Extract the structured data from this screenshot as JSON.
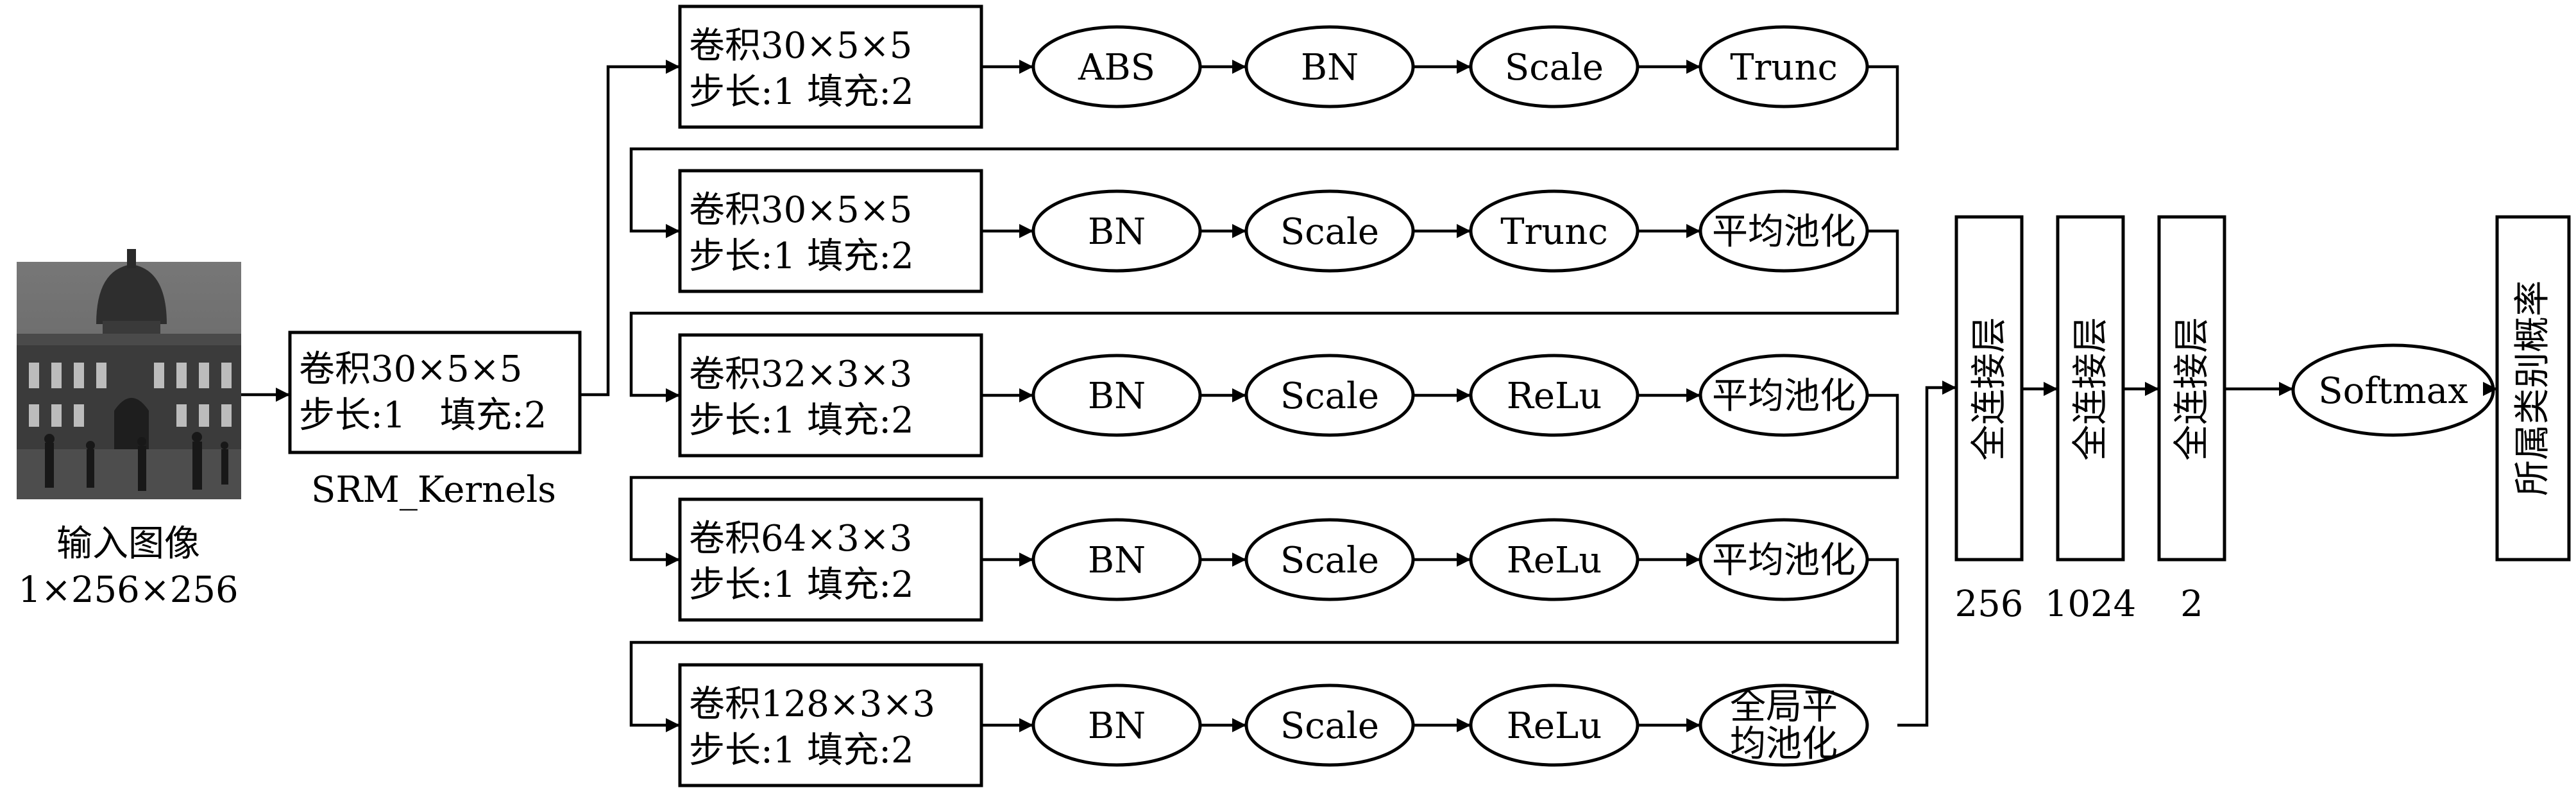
{
  "input": {
    "label": "输入图像",
    "size": "1×256×256",
    "image_description": "grayscale photo of a palace building with a dome"
  },
  "srm": {
    "line1": "卷积30×5×5",
    "line2": "步长:1   填充:2",
    "caption": "SRM_Kernels"
  },
  "rows": [
    {
      "conv": {
        "line1": "卷积30×5×5",
        "line2": "步长:1   填充:2"
      },
      "ops": [
        [
          "ABS"
        ],
        [
          "BN"
        ],
        [
          "Scale"
        ],
        [
          "Trunc"
        ]
      ]
    },
    {
      "conv": {
        "line1": "卷积30×5×5",
        "line2": "步长:1   填充:2"
      },
      "ops": [
        [
          "BN"
        ],
        [
          "Scale"
        ],
        [
          "Trunc"
        ],
        [
          "平均池化"
        ]
      ]
    },
    {
      "conv": {
        "line1": "卷积32×3×3",
        "line2": "步长:1   填充:2"
      },
      "ops": [
        [
          "BN"
        ],
        [
          "Scale"
        ],
        [
          "ReLu"
        ],
        [
          "平均池化"
        ]
      ]
    },
    {
      "conv": {
        "line1": "卷积64×3×3",
        "line2": "步长:1   填充:2"
      },
      "ops": [
        [
          "BN"
        ],
        [
          "Scale"
        ],
        [
          "ReLu"
        ],
        [
          "平均池化"
        ]
      ]
    },
    {
      "conv": {
        "line1": "卷积128×3×3",
        "line2": "步长:1   填充:2"
      },
      "ops": [
        [
          "BN"
        ],
        [
          "Scale"
        ],
        [
          "ReLu"
        ],
        [
          "全局平",
          "均池化"
        ]
      ]
    }
  ],
  "fc_layers": [
    {
      "label": "全连接层",
      "units": "256"
    },
    {
      "label": "全连接层",
      "units": "1024"
    },
    {
      "label": "全连接层",
      "units": "2"
    }
  ],
  "softmax": "Softmax",
  "output": "所属类别概率"
}
